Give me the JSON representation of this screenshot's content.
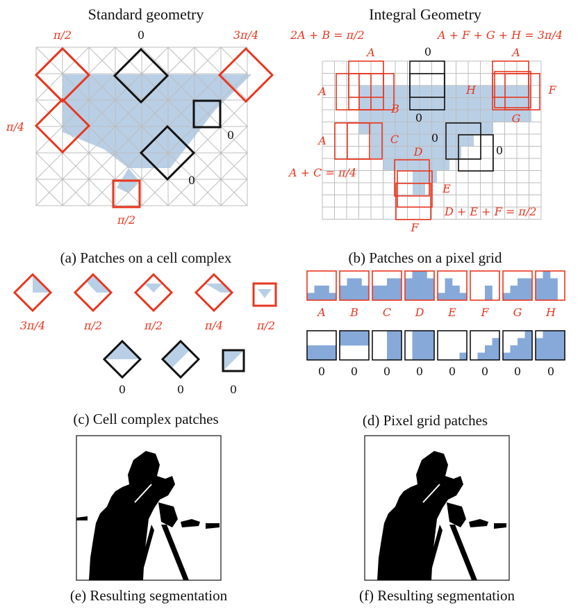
{
  "panel_a": {
    "title": "Standard geometry",
    "caption": "(a) Patches on a cell complex",
    "labels": [
      "π/2",
      "0",
      "3π/4",
      "π/4",
      "0",
      "0",
      "π/2"
    ]
  },
  "panel_b": {
    "title": "Integral Geometry",
    "caption": "(b) Patches on a pixel grid",
    "equations": [
      "2A + B = π/2",
      "A + F + G + H = 3π/4",
      "A + C = π/4",
      "D + E + F = π/2"
    ],
    "letters": [
      "A",
      "A",
      "A",
      "A",
      "B",
      "C",
      "D",
      "E",
      "F",
      "G",
      "H",
      "F"
    ],
    "zeros": [
      "0",
      "0",
      "0",
      "0"
    ]
  },
  "panel_c": {
    "caption": "(c) Cell complex patches",
    "red_labels": [
      "3π/4",
      "π/2",
      "π/2",
      "π/4",
      "π/2"
    ],
    "black_labels": [
      "0",
      "0",
      "0"
    ]
  },
  "panel_d": {
    "caption": "(d) Pixel grid patches",
    "red_labels": [
      "A",
      "B",
      "C",
      "D",
      "E",
      "F",
      "G",
      "H"
    ],
    "black_labels": [
      "0",
      "0",
      "0",
      "0",
      "0",
      "0",
      "0",
      "0"
    ]
  },
  "panel_e": {
    "caption": "(e) Resulting segmentation"
  },
  "panel_f": {
    "caption": "(f) Resulting segmentation"
  },
  "colors": {
    "accent_red": "#e8361f",
    "region_blue": "#b9cfe6",
    "patch_blue": "#86a9d9",
    "grid_gray": "#bdbdbd"
  }
}
